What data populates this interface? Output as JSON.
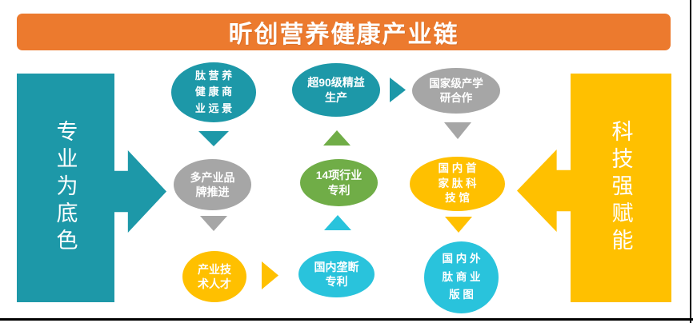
{
  "banner": {
    "title": "昕创营养健康产业链"
  },
  "side_blocks": {
    "left": {
      "label": "专业为底色",
      "color": "#1D98A8"
    },
    "right": {
      "label": "科技强赋能",
      "color": "#FFC000"
    }
  },
  "nodes": [
    {
      "id": "peptide-nutrition-health-vision",
      "label": "肽 营 养\n健 康 商\n业 远 景",
      "color": "#1D98A8"
    },
    {
      "id": "multi-industry-brand-promotion",
      "label": "多产业品\n牌推进",
      "color": "#A6A6A6"
    },
    {
      "id": "industry-technical-talent",
      "label": "产业技\n术人才",
      "color": "#FFC000"
    },
    {
      "id": "domestic-monopoly-patent",
      "label": "国内垄断\n专利",
      "color": "#29C3DC"
    },
    {
      "id": "industry-patents-14",
      "label": "14项行业\n专利",
      "color": "#70AD47"
    },
    {
      "id": "over-90-grade-lean-production",
      "label": "超90级精益\n生产",
      "color": "#1D98A8"
    },
    {
      "id": "national-industry-academia-research-cooperation",
      "label": "国家级产学\n研合作",
      "color": "#A6A6A6"
    },
    {
      "id": "first-domestic-peptide-science-museum",
      "label": "国 内 首\n家 肽 科\n技 馆",
      "color": "#FFC000"
    },
    {
      "id": "domestic-overseas-peptide-business-map",
      "label": "国 内 外\n肽 商 业\n版 图",
      "color": "#29C3DC"
    }
  ],
  "palette": {
    "banner_orange": "#EC7A2E",
    "teal": "#1D98A8",
    "gray": "#A6A6A6",
    "yellow": "#FFC000",
    "green": "#70AD47",
    "cyan": "#29C3DC",
    "border_line": "#000000",
    "text": "#FFFFFF"
  }
}
